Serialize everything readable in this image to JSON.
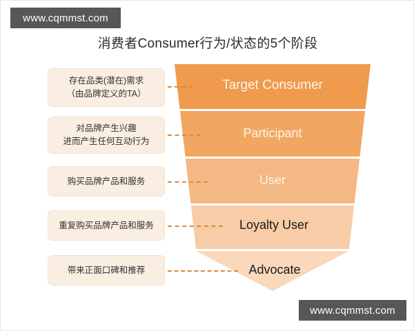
{
  "watermarks": {
    "top": "www.cqmmst.com",
    "bottom": "www.cqmmst.com"
  },
  "title": "消费者Consumer行为/状态的5个阶段",
  "colors": {
    "tier1": "#ef9a4d",
    "tier2": "#f2a761",
    "tier3": "#f4b884",
    "tier4": "#f7cca6",
    "tier5": "#f9d8bb",
    "connector": "#d98a3e",
    "box_fill": "#faeee2",
    "box_border": "#f1e2d2",
    "watermark_bg": "#555759",
    "title_text": "#2b2b2b",
    "tier_label_light": "#fdf4ec",
    "tier_label_dark": "#1a1a1a"
  },
  "stages": [
    {
      "tier_label": "Target Consumer",
      "tier_label_color": "light",
      "description_lines": [
        "存在品类(潜在)需求",
        "（由品牌定义的TA）"
      ]
    },
    {
      "tier_label": "Participant",
      "tier_label_color": "light",
      "description_lines": [
        "对品牌产生兴趣",
        "进而产生任何互动行为"
      ]
    },
    {
      "tier_label": "User",
      "tier_label_color": "light",
      "description_lines": [
        "购买品牌产品和服务"
      ]
    },
    {
      "tier_label": "Loyalty User",
      "tier_label_color": "dark",
      "description_lines": [
        "重复购买品牌产品和服务"
      ]
    },
    {
      "tier_label": "Advocate",
      "tier_label_color": "dark",
      "description_lines": [
        "带来正面口碑和推荐"
      ]
    }
  ]
}
